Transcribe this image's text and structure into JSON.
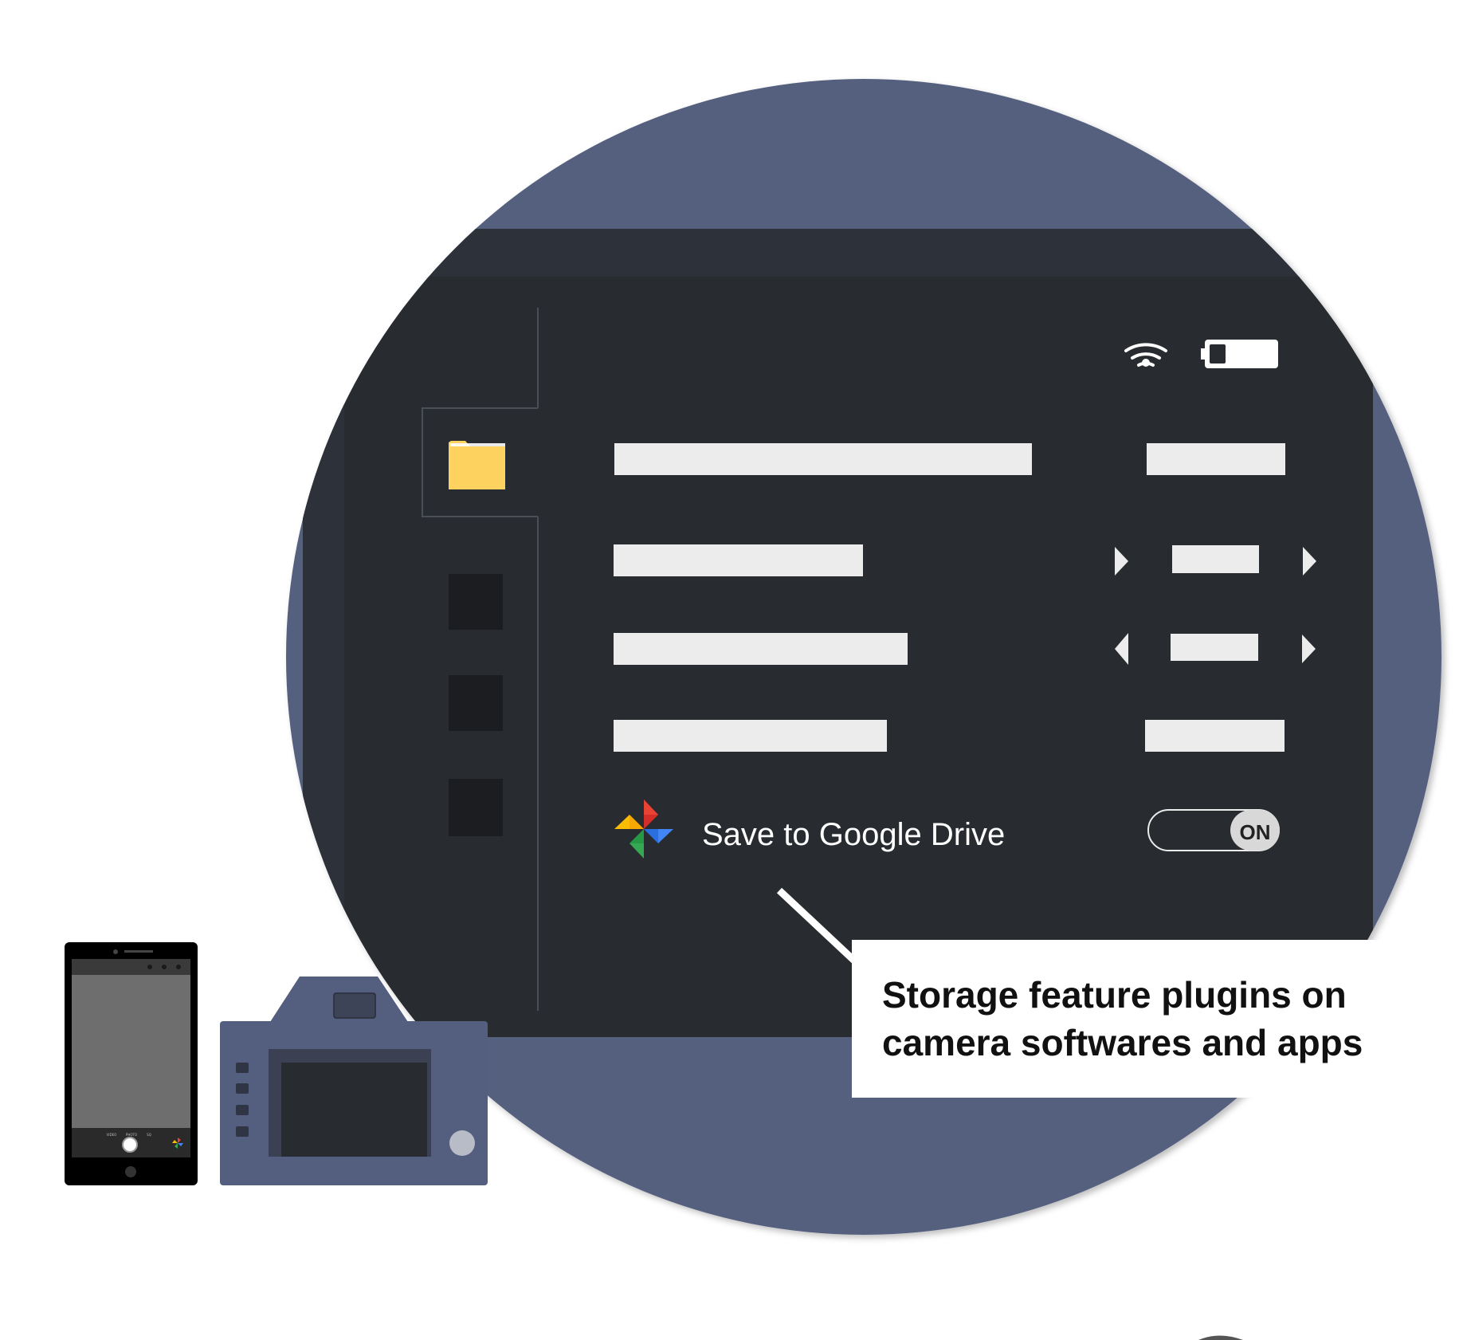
{
  "settings_screen": {
    "menu_items": [
      {
        "label": "",
        "icon": "folder-icon",
        "selected": true
      },
      {
        "label": "",
        "icon": "blank-tab-icon",
        "selected": false
      },
      {
        "label": "",
        "icon": "blank-tab-icon",
        "selected": false
      },
      {
        "label": "",
        "icon": "blank-tab-icon",
        "selected": false
      }
    ],
    "status_icons": [
      "wifi-icon",
      "battery-icon"
    ],
    "google_drive_label": "Save to Google Drive",
    "toggle_state": "ON"
  },
  "callout": {
    "line1": "Storage feature plugins on",
    "line2": "camera softwares and apps"
  },
  "phone": {
    "mode_labels": [
      "VIDEO",
      "PHOTO",
      "SQ"
    ]
  },
  "colors": {
    "circle": "#55607f",
    "screen": "#282b2f",
    "screen_header": "#2d313a",
    "placeholder": "#ececec",
    "folder": "#fed25f",
    "camera_body": "#545f80",
    "toggle_knob": "#d8d8d8"
  }
}
